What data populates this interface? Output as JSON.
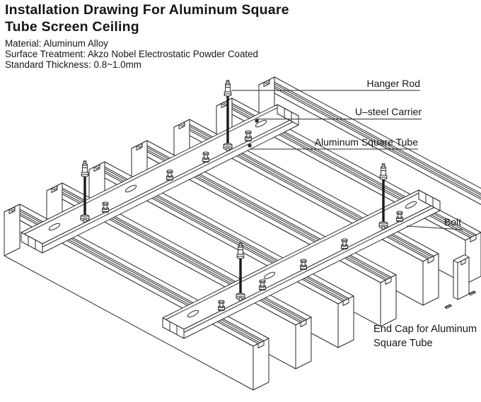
{
  "header": {
    "title_line1": "Installation Drawing For Aluminum Square",
    "title_line2": "Tube Screen Ceiling",
    "specs": [
      "Material: Aluminum Alloy",
      "Surface Treatment: Akzo Nobel Electrostatic Powder Coated",
      "Standard Thickness: 0.8~1.0mm"
    ]
  },
  "labels": {
    "hanger_rod": "Hanger Rod",
    "u_steel_carrier": "U–steel Carrier",
    "aluminum_square_tube": "Aluminum Square Tube",
    "bolt": "Bolt",
    "end_cap_line1": "End Cap for Aluminum",
    "end_cap_line2": "Square Tube"
  },
  "drawing": {
    "line_color": "#2a2a2a",
    "fill_color": "#ffffff",
    "rod_color": "#1a1a1a",
    "tube_count": 7,
    "carrier_count": 2,
    "hanger_rod_count": 4,
    "parts": [
      "hanger-rod",
      "u-steel-carrier",
      "aluminum-square-tube",
      "bolt",
      "end-cap"
    ]
  }
}
